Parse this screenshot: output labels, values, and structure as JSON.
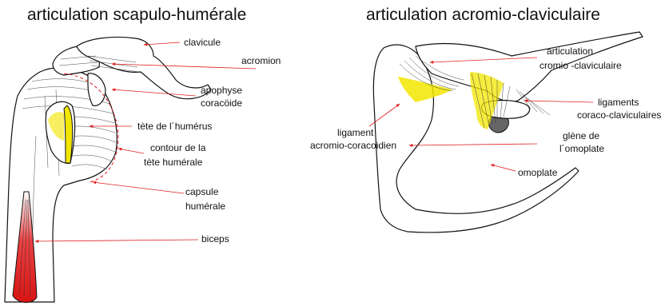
{
  "left_diagram": {
    "title": "articulation scapulo-humérale",
    "labels": {
      "clavicule": "clavicule",
      "acromion": "acromion",
      "apophyse": "apophyse",
      "coracoide": "coracöide",
      "tete_humerus": "tète de l´humérus",
      "contour_1": "contour de la",
      "contour_2": "tète humérale",
      "capsule_1": "capsule",
      "capsule_2": "humérale",
      "biceps": "biceps"
    }
  },
  "right_diagram": {
    "title": "articulation acromio-claviculaire",
    "labels": {
      "articulation_1": "articulation",
      "articulation_2": "cromio -claviculaire",
      "ligaments_1": "ligaments",
      "ligaments_2": "coraco-claviculaires",
      "ligament_ac_1": "ligament",
      "ligament_ac_2": "acromio-coracoidien",
      "glene_1": "glène de",
      "glene_2": "l´omoplate",
      "omoplate": "omoplate"
    }
  },
  "colors": {
    "arrow": "#e02020",
    "ligament_yellow": "#f2e600",
    "biceps_red": "#d81414",
    "coracoid_grey": "#666666"
  }
}
